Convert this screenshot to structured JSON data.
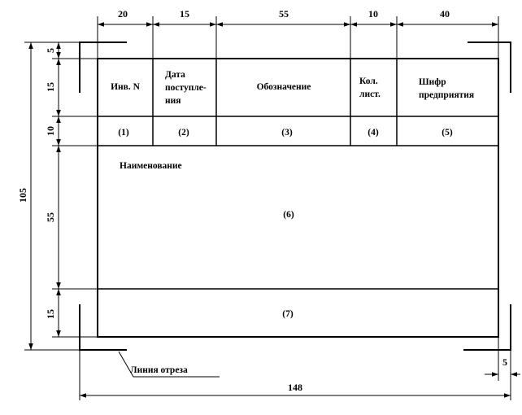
{
  "header": {
    "inv": "Инв. N",
    "date_l1": "Дата",
    "date_l2": "поступле-",
    "date_l3": "ния",
    "designation": "Обозначение",
    "qty_l1": "Кол.",
    "qty_l2": "лист.",
    "code_l1": "Шифр",
    "code_l2": "предприятия"
  },
  "cells": {
    "c1": "(1)",
    "c2": "(2)",
    "c3": "(3)",
    "c4": "(4)",
    "c5": "(5)",
    "c6": "(6)",
    "c7": "(7)"
  },
  "name_label": "Наименование",
  "cut_line_label": "Линия отреза",
  "dimensions": {
    "col1": "20",
    "col2": "15",
    "col3": "55",
    "col4": "10",
    "col5": "40",
    "top_gap": "5",
    "row_header": "15",
    "row_numbers": "10",
    "row_name": "55",
    "row_bottom": "15",
    "total_height": "105",
    "total_width": "148",
    "right_gap": "5"
  },
  "colors": {
    "line": "#000000",
    "background": "#ffffff"
  }
}
